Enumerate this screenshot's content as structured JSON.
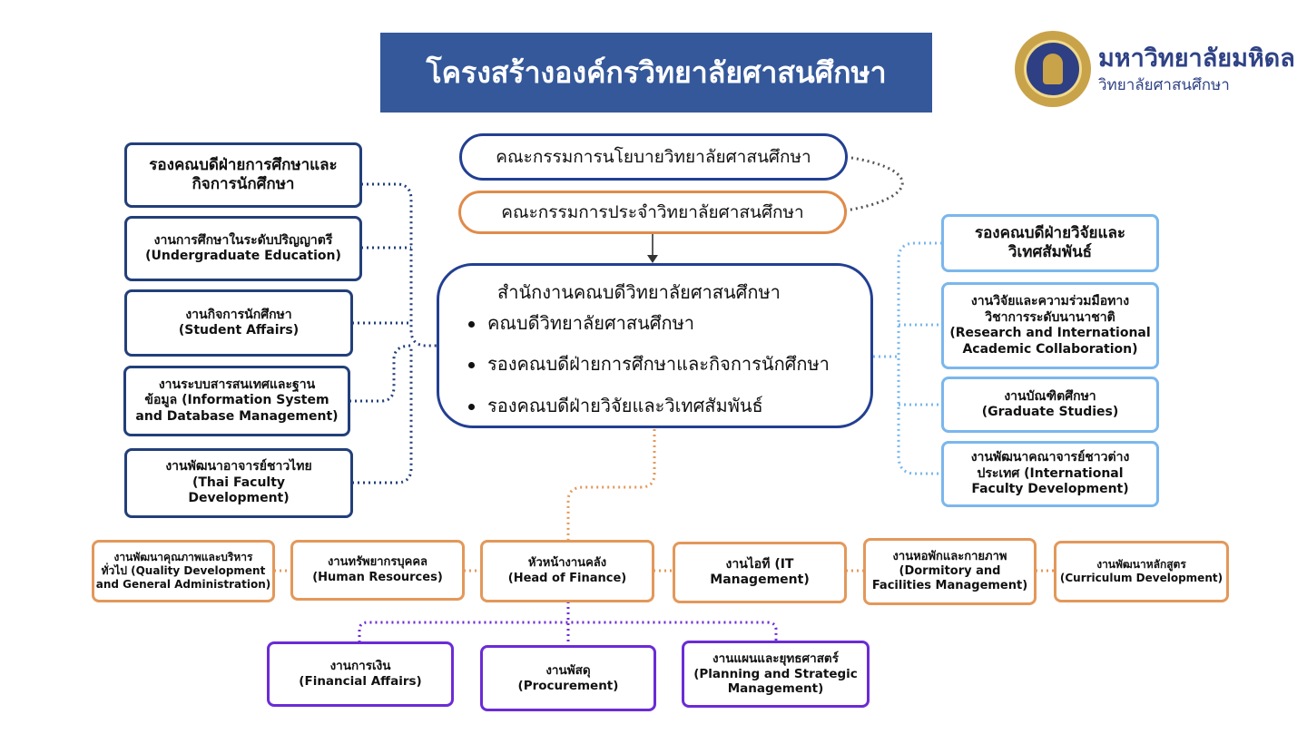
{
  "title": "โครงสร้างองค์กรวิทยาลัยศาสนศึกษา",
  "logo": {
    "name": "มหาวิทยาลัยมหิดล",
    "subtitle": "วิทยาลัยศาสนศึกษา",
    "colors": {
      "seal_gold": "#c9a34a",
      "seal_blue": "#2e3f84",
      "text": "#2f4286"
    }
  },
  "committees": {
    "policy": "คณะกรรมการนโยบายวิทยาลัยศาสนศึกษา",
    "standing": "คณะกรรมการประจำวิทยาลัยศาสนศึกษา"
  },
  "center": {
    "title": "สำนักงานคณบดีวิทยาลัยศาสนศึกษา",
    "items": [
      "คณบดีวิทยาลัยศาสนศึกษา",
      "รองคณบดีฝ่ายการศึกษาและกิจการนักศึกษา",
      "รองคณบดีฝ่ายวิจัยและวิเทศสัมพันธ์"
    ]
  },
  "left": {
    "head": [
      "รองคณบดีฝ่ายการศึกษาและ",
      "กิจการนักศึกษา"
    ],
    "units": [
      [
        "งานการศึกษาในระดับปริญญาตรี",
        "(Undergraduate Education)"
      ],
      [
        "งานกิจการนักศึกษา",
        "(Student Affairs)"
      ],
      [
        "งานระบบสารสนเทศและฐาน",
        "ข้อมูล (Information System",
        "and Database Management)"
      ],
      [
        "งานพัฒนาอาจารย์ชาวไทย",
        "(Thai Faculty",
        "Development)"
      ]
    ]
  },
  "right": {
    "head": [
      "รองคณบดีฝ่ายวิจัยและ",
      "วิเทศสัมพันธ์"
    ],
    "units": [
      [
        "งานวิจัยและความร่วมมือทาง",
        "วิชาการระดับนานาชาติ",
        "(Research and International",
        "Academic Collaboration)"
      ],
      [
        "งานบัณฑิตศึกษา",
        "(Graduate Studies)"
      ],
      [
        "งานพัฒนาคณาจารย์ชาวต่าง",
        "ประเทศ (International",
        "Faculty Development)"
      ]
    ]
  },
  "admin_units": [
    [
      "งานพัฒนาคุณภาพและบริหาร",
      "ทั่วไป (Quality Development",
      "and General Administration)"
    ],
    [
      "งานทรัพยากรบุคคล",
      "(Human Resources)"
    ],
    [
      "หัวหน้างานคลัง",
      "(Head of Finance)"
    ],
    [
      "งานไอที (IT",
      "Management)"
    ],
    [
      "งานหอพักและกายภาพ",
      "(Dormitory and",
      "Facilities Management)"
    ],
    [
      "งานพัฒนาหลักสูตร",
      "(Curriculum Development)"
    ]
  ],
  "finance_units": [
    [
      "งานการเงิน",
      "(Financial Affairs)"
    ],
    [
      "งานพัสดุ",
      "(Procurement)"
    ],
    [
      "งานแผนและยุทธศาสตร์",
      "(Planning and Strategic",
      "Management)"
    ]
  ],
  "colors": {
    "title_bg": "#34589a",
    "navy": "#223f7a",
    "light_blue": "#7ab7ec",
    "orange": "#e3985a",
    "purple": "#6b2bd6"
  }
}
